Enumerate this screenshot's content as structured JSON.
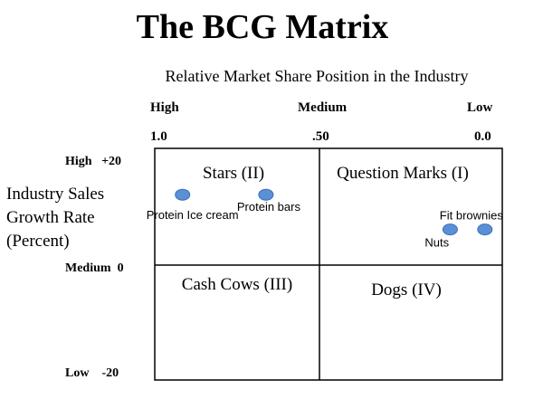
{
  "title": "The BCG Matrix",
  "x_axis": {
    "title": "Relative Market Share Position in the Industry",
    "levels": [
      "High",
      "Medium",
      "Low"
    ],
    "values": [
      "1.0",
      ".50",
      "0.0"
    ]
  },
  "y_axis": {
    "title": "Industry Sales Growth Rate (Percent)",
    "title_lines": [
      "Industry Sales",
      "Growth Rate",
      "(Percent)"
    ],
    "ticks": [
      {
        "level": "High",
        "value": "+20"
      },
      {
        "level": "Medium",
        "value": "0"
      },
      {
        "level": "Low",
        "value": "-20"
      }
    ]
  },
  "quadrants": {
    "stars": "Stars (II)",
    "question_marks": "Question Marks (I)",
    "cash_cows": "Cash Cows (III)",
    "dogs": "Dogs (IV)"
  },
  "points": [
    {
      "label": "Protein Ice cream",
      "share": 0.92,
      "growth": 12
    },
    {
      "label": "Protein bars",
      "share": 0.68,
      "growth": 12
    },
    {
      "label": "Nuts",
      "share": 0.15,
      "growth": 6
    },
    {
      "label": "Fit brownies",
      "share": 0.05,
      "growth": 6
    }
  ],
  "colors": {
    "point": "#5b8fd6",
    "point_stroke": "#3c6fb8",
    "grid": "#000000"
  }
}
